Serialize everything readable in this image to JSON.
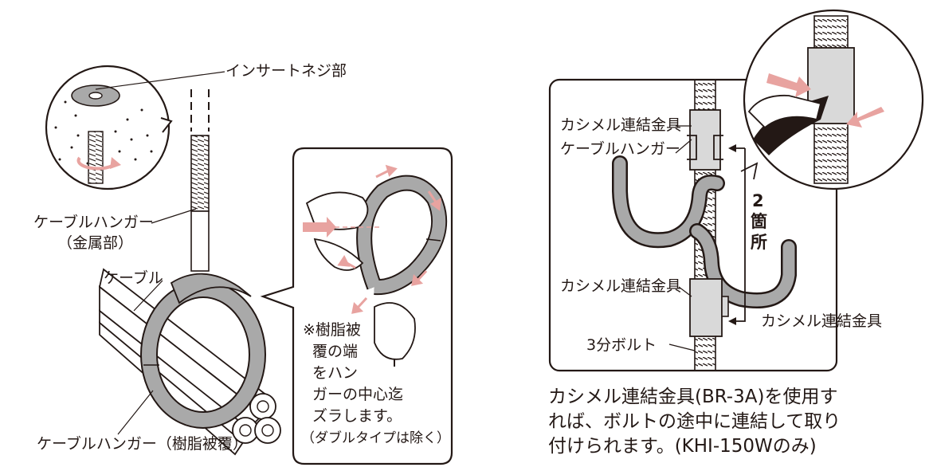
{
  "left": {
    "insert_label": "インサートネジ部",
    "hanger_metal_line1": "ケーブルハンガー",
    "hanger_metal_line2": "（金属部）",
    "cable_label": "ケーブル",
    "hanger_resin_label": "ケーブルハンガー（樹脂被覆）",
    "note_lines": [
      "※樹脂被",
      "覆の端",
      "をハン",
      "ガーの中心迄",
      "ズラします。",
      "（ダブルタイプは除く）"
    ]
  },
  "right": {
    "coupler_top_line1": "カシメル連結金具",
    "coupler_top_line2": "ケーブルハンガー",
    "count_chars": [
      "2",
      "箇",
      "所"
    ],
    "coupler_mid": "カシメル連結金具",
    "coupler_right": "カシメル連結金具",
    "bolt_label": "3分ボルト",
    "caption_lines": [
      "カシメル連結金具(BR-3A)を使用す",
      "れば、ボルトの途中に連結して取り",
      "付けられます。(KHI-150Wのみ)"
    ]
  },
  "colors": {
    "line": "#231815",
    "gray": "#a9a9a9",
    "light_gray": "#d9d9d9",
    "pink": "#e8a3a0"
  }
}
